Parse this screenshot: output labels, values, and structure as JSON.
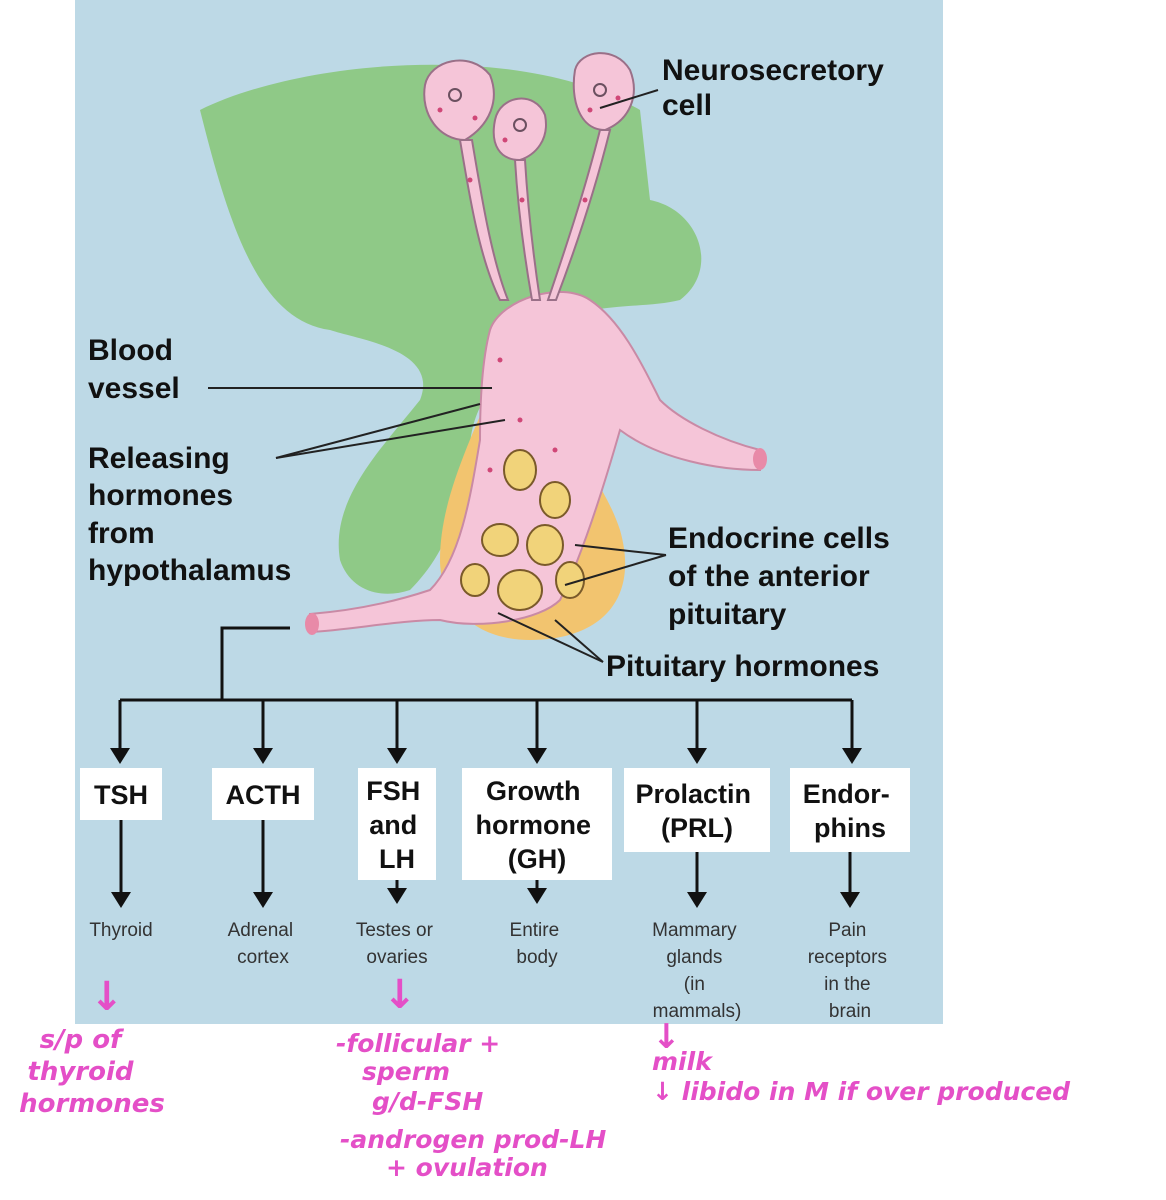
{
  "labels": {
    "neurosecretory": [
      "Neurosecretory",
      "cell"
    ],
    "blood_vessel": [
      "Blood",
      "vessel"
    ],
    "releasing": [
      "Releasing",
      "hormones",
      "from",
      "hypothalamus"
    ],
    "endocrine": [
      "Endocrine cells",
      "of the anterior",
      "pituitary"
    ],
    "pituitary_hormones": "Pituitary hormones"
  },
  "hormones": [
    {
      "name": [
        "TSH"
      ],
      "target": [
        "Thyroid"
      ]
    },
    {
      "name": [
        "ACTH"
      ],
      "target": [
        "Adrenal",
        "cortex"
      ]
    },
    {
      "name": [
        "FSH",
        "and",
        "LH"
      ],
      "target": [
        "Testes or",
        "ovaries"
      ]
    },
    {
      "name": [
        "Growth",
        "hormone",
        "(GH)"
      ],
      "target": [
        "Entire",
        "body"
      ]
    },
    {
      "name": [
        "Prolactin",
        "(PRL)"
      ],
      "target": [
        "Mammary",
        "glands",
        "(in",
        "mammals)"
      ]
    },
    {
      "name": [
        "Endor-",
        "phins"
      ],
      "target": [
        "Pain",
        "receptors",
        "in the",
        "brain"
      ]
    }
  ],
  "annotations": {
    "thyroid_arrow": "↓",
    "thyroid": [
      "s/p of",
      "thyroid",
      "hormones"
    ],
    "gonad_arrow": "↓",
    "gonad": [
      "-follicular +",
      "sperm",
      "g/d-FSH",
      "-androgen prod-LH",
      "+ ovulation"
    ],
    "mammary_arrow": "↓",
    "mammary": [
      "milk",
      "↓ libido in M if over produced"
    ]
  },
  "colors": {
    "background_panel": "#bdd9e6",
    "hypothalamus": "#8fc987",
    "vessel": "#f5c5d8",
    "anterior_pituitary": "#f2c46f",
    "annotation_ink": "#e44fc7"
  }
}
